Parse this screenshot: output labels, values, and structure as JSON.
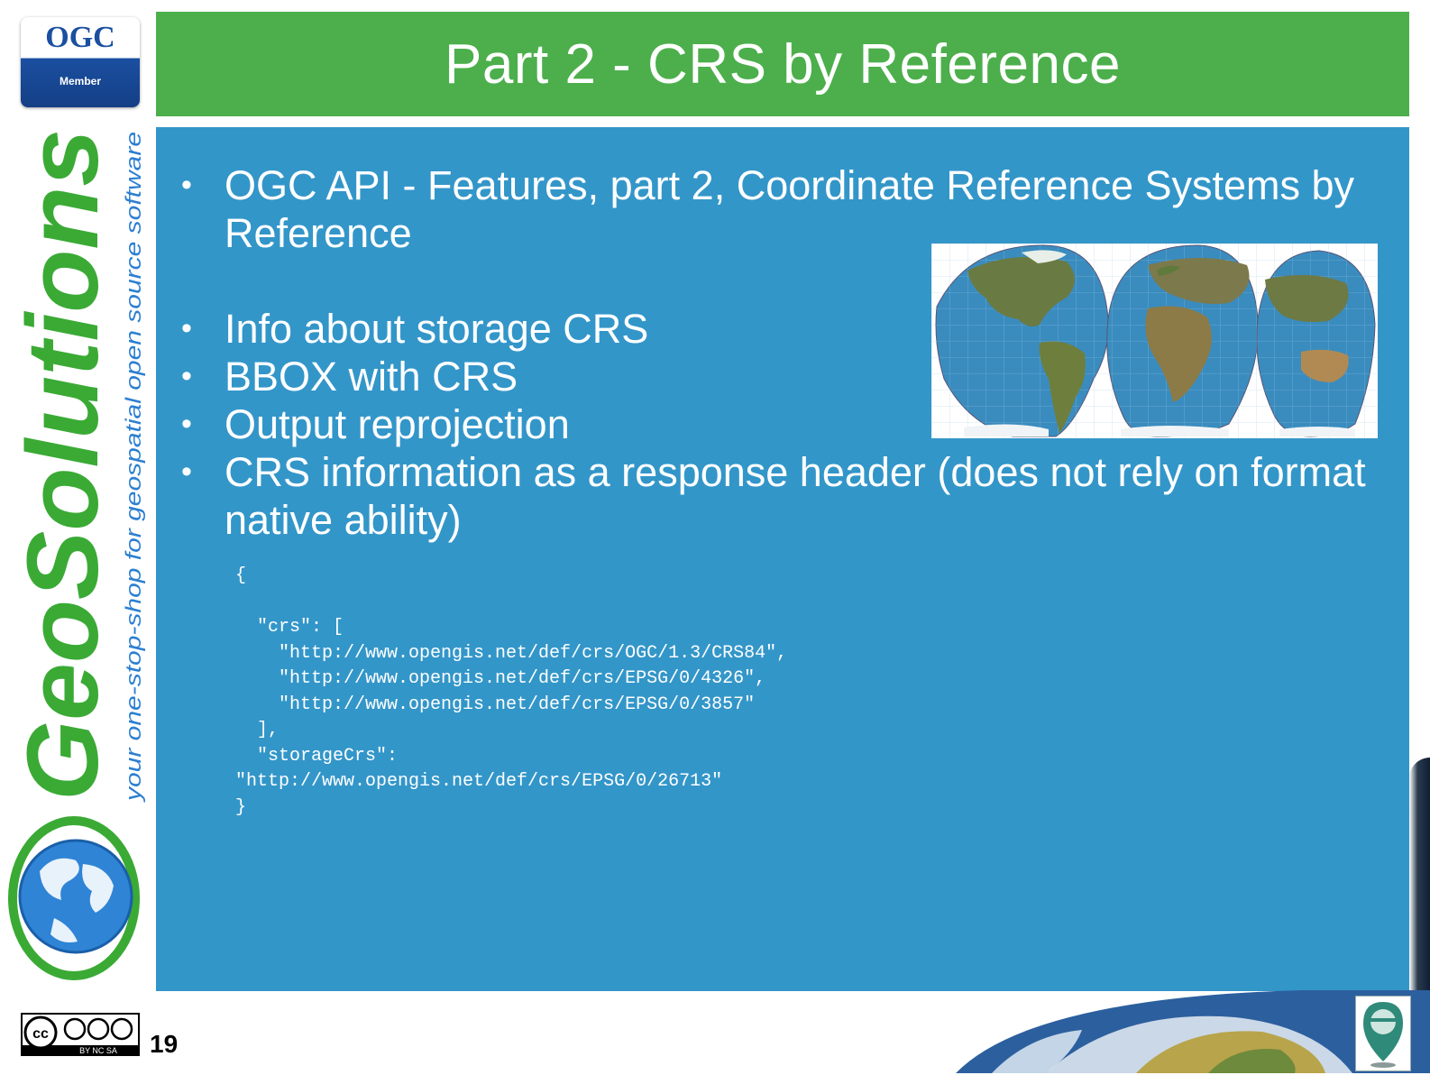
{
  "slide": {
    "title": "Part 2 - CRS by Reference",
    "page_number": "19"
  },
  "branding": {
    "ogc_logo": "OGC",
    "ogc_member_label": "Member",
    "company_name": "GeoSolutions",
    "tagline": "your one-stop-shop for geospatial open source software"
  },
  "bullets": [
    "OGC API - Features, part 2, Coordinate Reference Systems by Reference",
    "Info about storage CRS",
    "BBOX with CRS",
    "Output reprojection",
    "CRS information as a response header (does not rely on format native ability)"
  ],
  "code_sample": "{\n\n  \"crs\": [\n    \"http://www.opengis.net/def/crs/OGC/1.3/CRS84\",\n    \"http://www.opengis.net/def/crs/EPSG/0/4326\",\n    \"http://www.opengis.net/def/crs/EPSG/0/3857\"\n  ],\n  \"storageCrs\":\n\"http://www.opengis.net/def/crs/EPSG/0/26713\"\n}",
  "license_badge": {
    "text": "BY NC SA"
  },
  "colors": {
    "title_bar": "#4caf4c",
    "content_panel": "#3396c9",
    "brand_green": "#3aaa35",
    "brand_blue": "#2b7fd1",
    "text": "#ffffff"
  },
  "icons": [
    "ogc-member-badge",
    "globe-logo",
    "world-map-image",
    "creative-commons-icon",
    "earth-image",
    "location-pin-icon"
  ]
}
